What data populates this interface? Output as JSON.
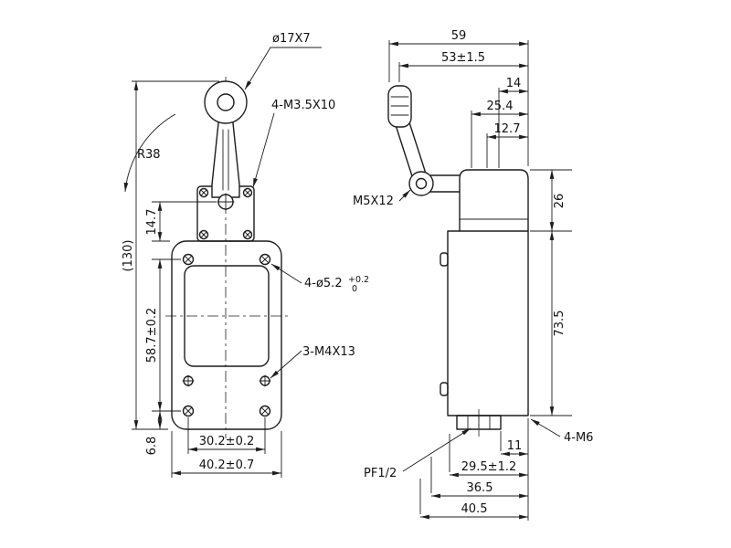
{
  "drawing": {
    "colors": {
      "ink": "#1d1d1d",
      "paper": "#ffffff"
    },
    "front_view": {
      "roller_dia": "ø17X7",
      "head_screws": "4-M3.5X10",
      "lever_radius": "R38",
      "overall_height": "(130)",
      "head_height": "14.7",
      "mount_spacing_v": "58.7±0.2",
      "base_offset": "6.8",
      "mount_holes": "4-ø5.2",
      "mount_holes_tol_upper": "+0.2",
      "mount_holes_tol_lower": "0",
      "cover_screws": "3-M4X13",
      "mount_spacing_h": "30.2±0.2",
      "body_width": "40.2±0.7"
    },
    "side_view": {
      "overall_depth": "59",
      "lever_reach": "53±1.5",
      "roller_offset": "14",
      "head_depth": "25.4",
      "shaft_offset": "12.7",
      "lever_bolt": "M5X12",
      "head_height": "26",
      "body_height": "73.5",
      "conduit_offset": "11",
      "mount_thread": "4-M6",
      "conduit_position": "29.5±1.2",
      "depth_inner": "36.5",
      "depth_outer": "40.5",
      "conduit_thread": "PF1/2"
    }
  }
}
